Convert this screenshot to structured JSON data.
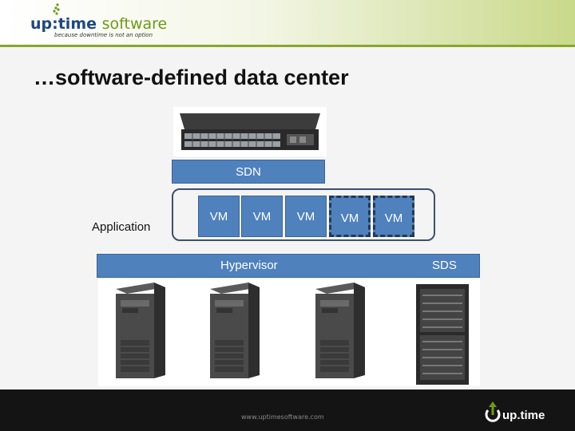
{
  "header": {
    "logo_main": "up:time",
    "logo_soft": "software",
    "tagline": "because downtime is not an option"
  },
  "slide": {
    "title": "…software-defined data center",
    "sdn_label": "SDN",
    "application_label": "Application",
    "vm_labels": [
      "VM",
      "VM",
      "VM",
      "VM",
      "VM"
    ],
    "hypervisor_label": "Hypervisor",
    "sds_label": "SDS"
  },
  "footer": {
    "url": "www.uptimesoftware.com",
    "logo": "up.time"
  },
  "colors": {
    "accent_blue": "#4f81bd",
    "header_green": "#8aa62a",
    "footer_bg": "#141414"
  }
}
